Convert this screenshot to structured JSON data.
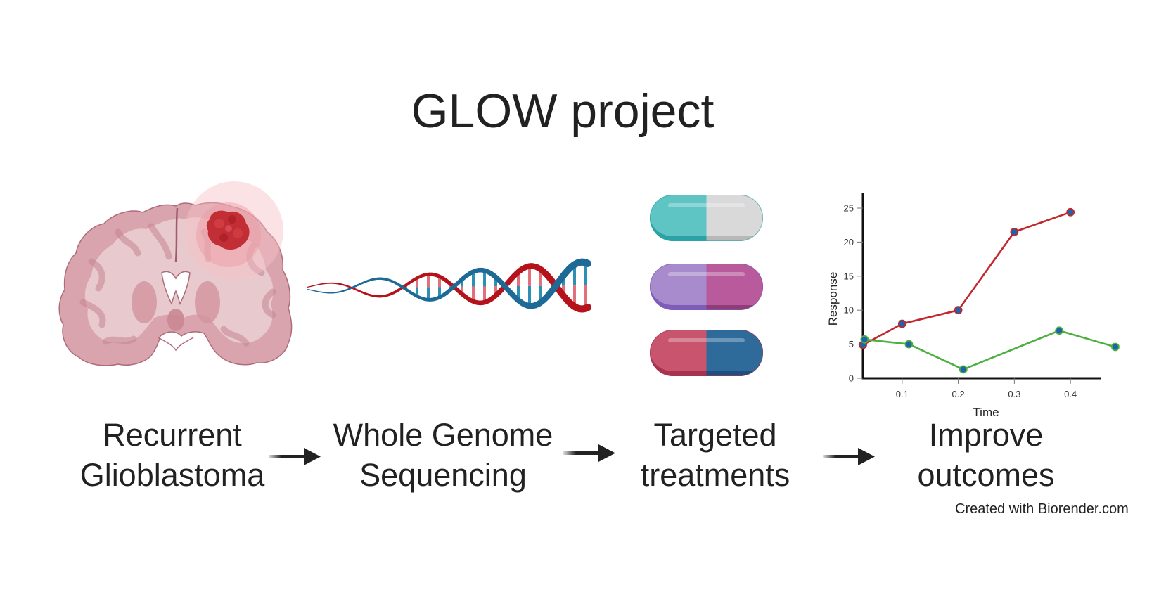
{
  "title": "GLOW project",
  "steps": [
    {
      "id": "recurrent-glioblastoma",
      "lines": [
        "Recurrent",
        "Glioblastoma"
      ],
      "icon": "brain-tumor-icon"
    },
    {
      "id": "whole-genome-sequencing",
      "lines": [
        "Whole Genome",
        "Sequencing"
      ],
      "icon": "dna-helix-icon"
    },
    {
      "id": "targeted-treatments",
      "lines": [
        "Targeted",
        "treatments"
      ],
      "icon": "pill-capsules-icon"
    },
    {
      "id": "improve-outcomes",
      "lines": [
        "Improve",
        "outcomes"
      ],
      "icon": "line-chart-icon"
    }
  ],
  "arrows": [
    "arrow-right-icon",
    "arrow-right-icon",
    "arrow-right-icon"
  ],
  "credit": "Created with Biorender.com",
  "colors": {
    "text": "#212121",
    "brain_cortex": "#d9a4ad",
    "brain_white_matter": "#e8c9cd",
    "brain_outline": "#b06b7a",
    "tumor": "#c0272d",
    "dna_red": "#b5121b",
    "dna_blue": "#1d6a96",
    "series_red": "#c1272d",
    "series_green": "#4caf3f",
    "marker_fill": "#1f63a8"
  },
  "pills": [
    {
      "left": "#5ec4c4",
      "right": "#d9d9d9",
      "left_edge": "#2aa3a6",
      "right_edge": "#b8b8b8"
    },
    {
      "left": "#a78bcc",
      "right": "#b85a9c",
      "left_edge": "#7e5cb8",
      "right_edge": "#8e3d78"
    },
    {
      "left": "#c8546e",
      "right": "#2e6b9a",
      "left_edge": "#a8334f",
      "right_edge": "#1d4f80"
    }
  ],
  "chart_data": {
    "type": "line",
    "title": "",
    "xlabel": "Time",
    "ylabel": "Response",
    "xlim": [
      0.03,
      0.455
    ],
    "ylim": [
      0,
      27
    ],
    "xticks": [
      0.1,
      0.2,
      0.3,
      0.4
    ],
    "xtick_labels": [
      "0.1",
      "0.2",
      "0.3",
      "0.4"
    ],
    "yticks": [
      0,
      5,
      10,
      15,
      20,
      25
    ],
    "ytick_labels": [
      "0",
      "5",
      "10",
      "15",
      "20",
      "25"
    ],
    "grid": false,
    "legend": "none",
    "series": [
      {
        "name": "red-series",
        "color": "#c1272d",
        "points": [
          [
            0.03,
            4.9
          ],
          [
            0.1,
            8.0
          ],
          [
            0.2,
            10.0
          ],
          [
            0.3,
            21.5
          ],
          [
            0.4,
            24.4
          ]
        ]
      },
      {
        "name": "green-series",
        "color": "#4caf3f",
        "points": [
          [
            0.033,
            5.7
          ],
          [
            0.112,
            5.0
          ],
          [
            0.209,
            1.3
          ],
          [
            0.38,
            7.0
          ],
          [
            0.48,
            4.6
          ]
        ]
      }
    ]
  }
}
